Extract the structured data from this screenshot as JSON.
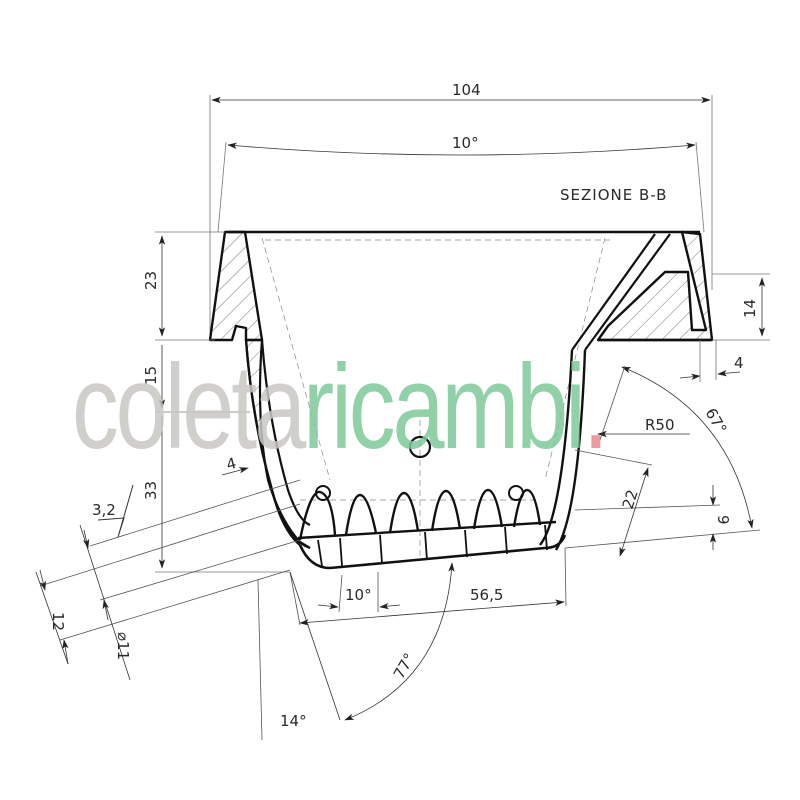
{
  "drawing": {
    "title": "SEZIONE B-B",
    "colors": {
      "line": "#1a1a1a",
      "dimension": "#333333",
      "watermark_grey": "#c9c7c4",
      "watermark_green": "#7ec99a",
      "watermark_red": "#e98b8f"
    }
  },
  "dimensions": {
    "overall_width": "104",
    "top_angle": "10°",
    "flange_height": "23",
    "wall_section": "15",
    "body_height": "33",
    "right_flange_height": "14",
    "right_offset": "4",
    "radius": "R50",
    "right_angle": "67°",
    "right_slant": "22",
    "right_small": "9",
    "surface_finish": "3,2",
    "left_gap": "12",
    "hole_diameter": "⌀11",
    "small_offset_a": "4",
    "bottom_angle": "10°",
    "bottom_length": "56,5",
    "bottom_arc_angle": "77°",
    "bottom_left_angle": "14°"
  },
  "watermark": {
    "part1": "coleta",
    "part2": "ricambi",
    "part3": "."
  }
}
